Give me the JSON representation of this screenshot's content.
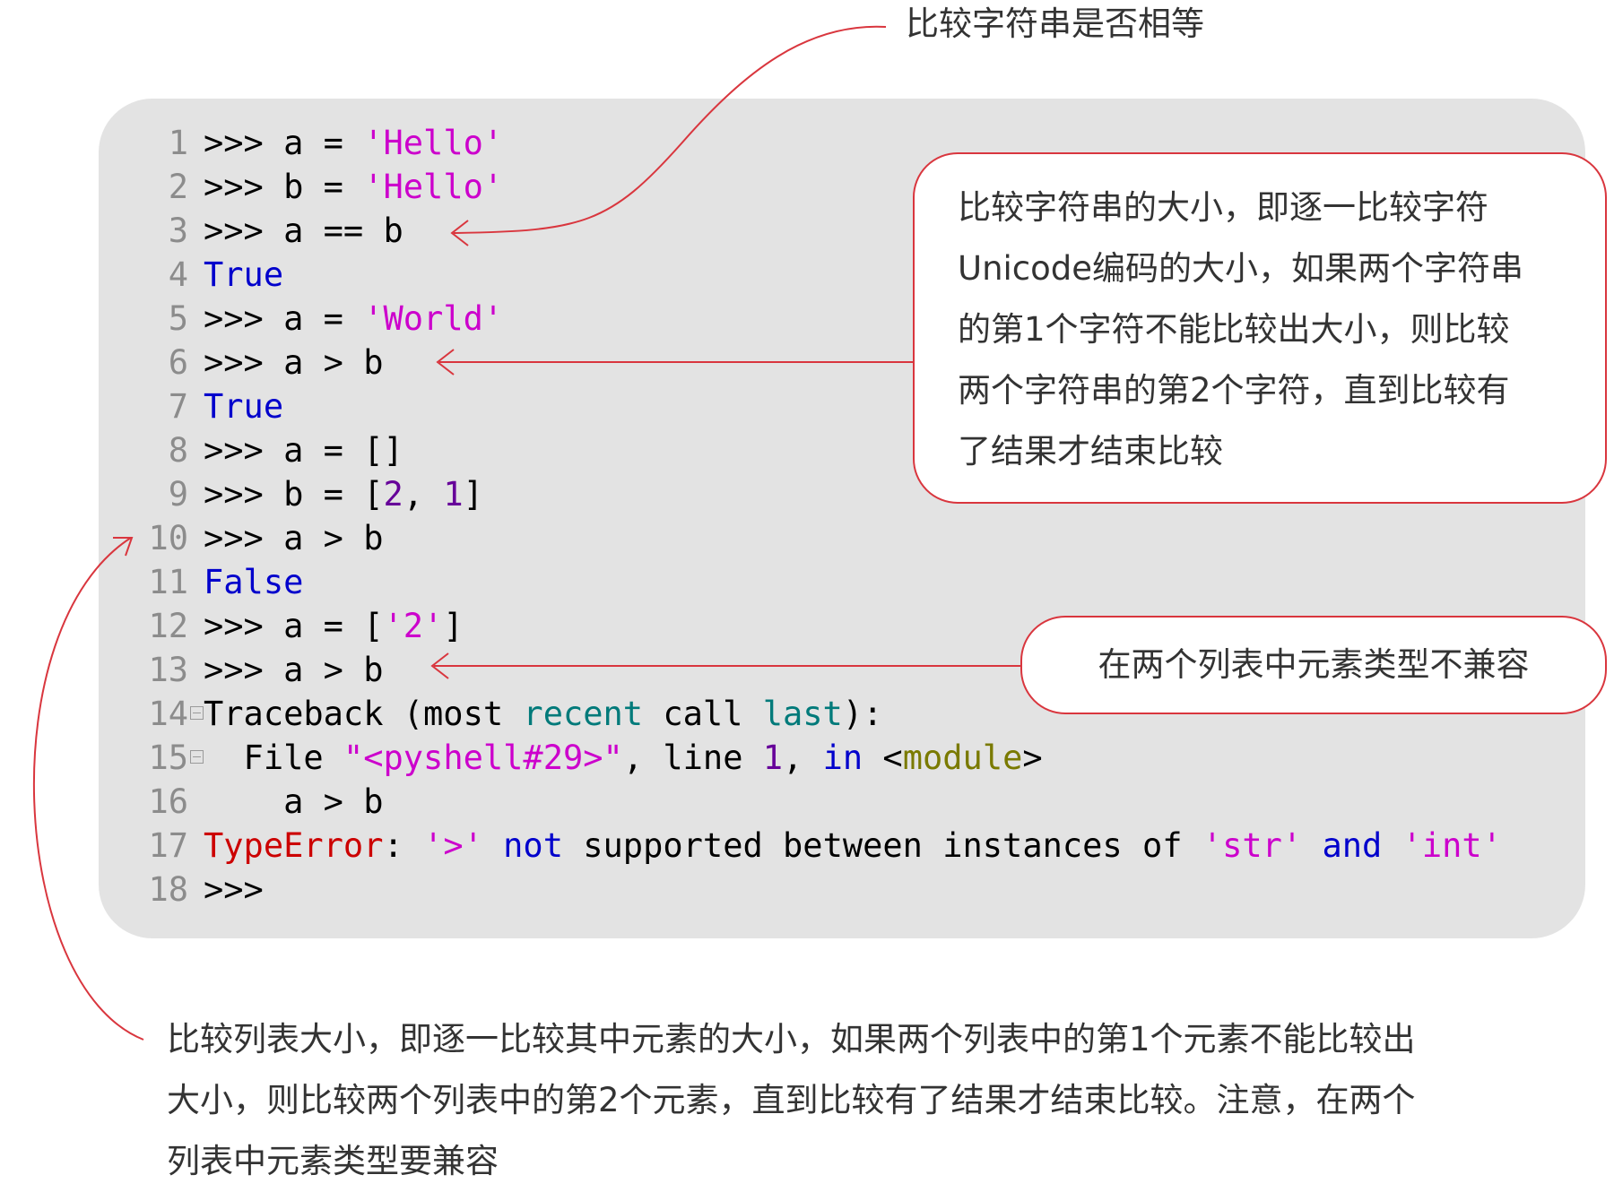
{
  "colors": {
    "panel": "#e3e3e3",
    "callout_border": "#d9363e",
    "arrow": "#d9363e",
    "prompt": "#000000",
    "string": "#cc00cc",
    "keyword": "#0000cc",
    "number": "#660099",
    "builtin": "#007a7a",
    "error": "#cc0000",
    "module": "#7a7a00",
    "line_number": "#8c8c8c"
  },
  "code_lines": [
    {
      "n": "1",
      "fold": false,
      "segments": [
        {
          "t": ">>> a = ",
          "c": "prompt"
        },
        {
          "t": "'Hello'",
          "c": "string"
        }
      ]
    },
    {
      "n": "2",
      "fold": false,
      "segments": [
        {
          "t": ">>> b = ",
          "c": "prompt"
        },
        {
          "t": "'Hello'",
          "c": "string"
        }
      ]
    },
    {
      "n": "3",
      "fold": false,
      "segments": [
        {
          "t": ">>> a == b",
          "c": "prompt"
        }
      ]
    },
    {
      "n": "4",
      "fold": false,
      "segments": [
        {
          "t": "True",
          "c": "keyword"
        }
      ]
    },
    {
      "n": "5",
      "fold": false,
      "segments": [
        {
          "t": ">>> a = ",
          "c": "prompt"
        },
        {
          "t": "'World'",
          "c": "string"
        }
      ]
    },
    {
      "n": "6",
      "fold": false,
      "segments": [
        {
          "t": ">>> a > b",
          "c": "prompt"
        }
      ]
    },
    {
      "n": "7",
      "fold": false,
      "segments": [
        {
          "t": "True",
          "c": "keyword"
        }
      ]
    },
    {
      "n": "8",
      "fold": false,
      "segments": [
        {
          "t": ">>> a = []",
          "c": "prompt"
        }
      ]
    },
    {
      "n": "9",
      "fold": false,
      "segments": [
        {
          "t": ">>> b = [",
          "c": "prompt"
        },
        {
          "t": "2",
          "c": "number"
        },
        {
          "t": ", ",
          "c": "prompt"
        },
        {
          "t": "1",
          "c": "number"
        },
        {
          "t": "]",
          "c": "prompt"
        }
      ]
    },
    {
      "n": "10",
      "fold": false,
      "segments": [
        {
          "t": ">>> a > b",
          "c": "prompt"
        }
      ]
    },
    {
      "n": "11",
      "fold": false,
      "segments": [
        {
          "t": "False",
          "c": "keyword"
        }
      ]
    },
    {
      "n": "12",
      "fold": false,
      "segments": [
        {
          "t": ">>> a = [",
          "c": "prompt"
        },
        {
          "t": "'2'",
          "c": "string"
        },
        {
          "t": "]",
          "c": "prompt"
        }
      ]
    },
    {
      "n": "13",
      "fold": false,
      "segments": [
        {
          "t": ">>> a > b",
          "c": "prompt"
        }
      ]
    },
    {
      "n": "14",
      "fold": true,
      "segments": [
        {
          "t": "Traceback (most ",
          "c": "prompt"
        },
        {
          "t": "recent",
          "c": "builtin"
        },
        {
          "t": " call ",
          "c": "prompt"
        },
        {
          "t": "last",
          "c": "builtin"
        },
        {
          "t": "):",
          "c": "prompt"
        }
      ]
    },
    {
      "n": "15",
      "fold": true,
      "segments": [
        {
          "t": "  File ",
          "c": "prompt"
        },
        {
          "t": "\"<pyshell#29>\"",
          "c": "string"
        },
        {
          "t": ", line ",
          "c": "prompt"
        },
        {
          "t": "1",
          "c": "number"
        },
        {
          "t": ", ",
          "c": "prompt"
        },
        {
          "t": "in",
          "c": "keyword"
        },
        {
          "t": " <",
          "c": "prompt"
        },
        {
          "t": "module",
          "c": "module"
        },
        {
          "t": ">",
          "c": "prompt"
        }
      ]
    },
    {
      "n": "16",
      "fold": false,
      "segments": [
        {
          "t": "    a > b",
          "c": "prompt"
        }
      ]
    },
    {
      "n": "17",
      "fold": false,
      "segments": [
        {
          "t": "TypeError",
          "c": "error"
        },
        {
          "t": ": ",
          "c": "prompt"
        },
        {
          "t": "'>'",
          "c": "string"
        },
        {
          "t": " ",
          "c": "prompt"
        },
        {
          "t": "not",
          "c": "keyword"
        },
        {
          "t": " supported between instances of ",
          "c": "prompt"
        },
        {
          "t": "'str'",
          "c": "string"
        },
        {
          "t": " ",
          "c": "prompt"
        },
        {
          "t": "and",
          "c": "keyword"
        },
        {
          "t": " ",
          "c": "prompt"
        },
        {
          "t": "'int'",
          "c": "string"
        }
      ]
    },
    {
      "n": "18",
      "fold": false,
      "segments": [
        {
          "t": ">>>",
          "c": "prompt"
        }
      ]
    }
  ],
  "annotations": {
    "top": "比较字符串是否相等",
    "string_compare": [
      "比较字符串的大小，即逐一比较字符",
      "Unicode编码的大小，如果两个字符串",
      "的第1个字符不能比较出大小，则比较",
      "两个字符串的第2个字符，直到比较有",
      "了结果才结束比较"
    ],
    "incompatible": "在两个列表中元素类型不兼容",
    "list_compare": [
      "比较列表大小，即逐一比较其中元素的大小，如果两个列表中的第1个元素不能比较出",
      "大小，则比较两个列表中的第2个元素，直到比较有了结果才结束比较。注意，在两个",
      "列表中元素类型要兼容"
    ]
  }
}
